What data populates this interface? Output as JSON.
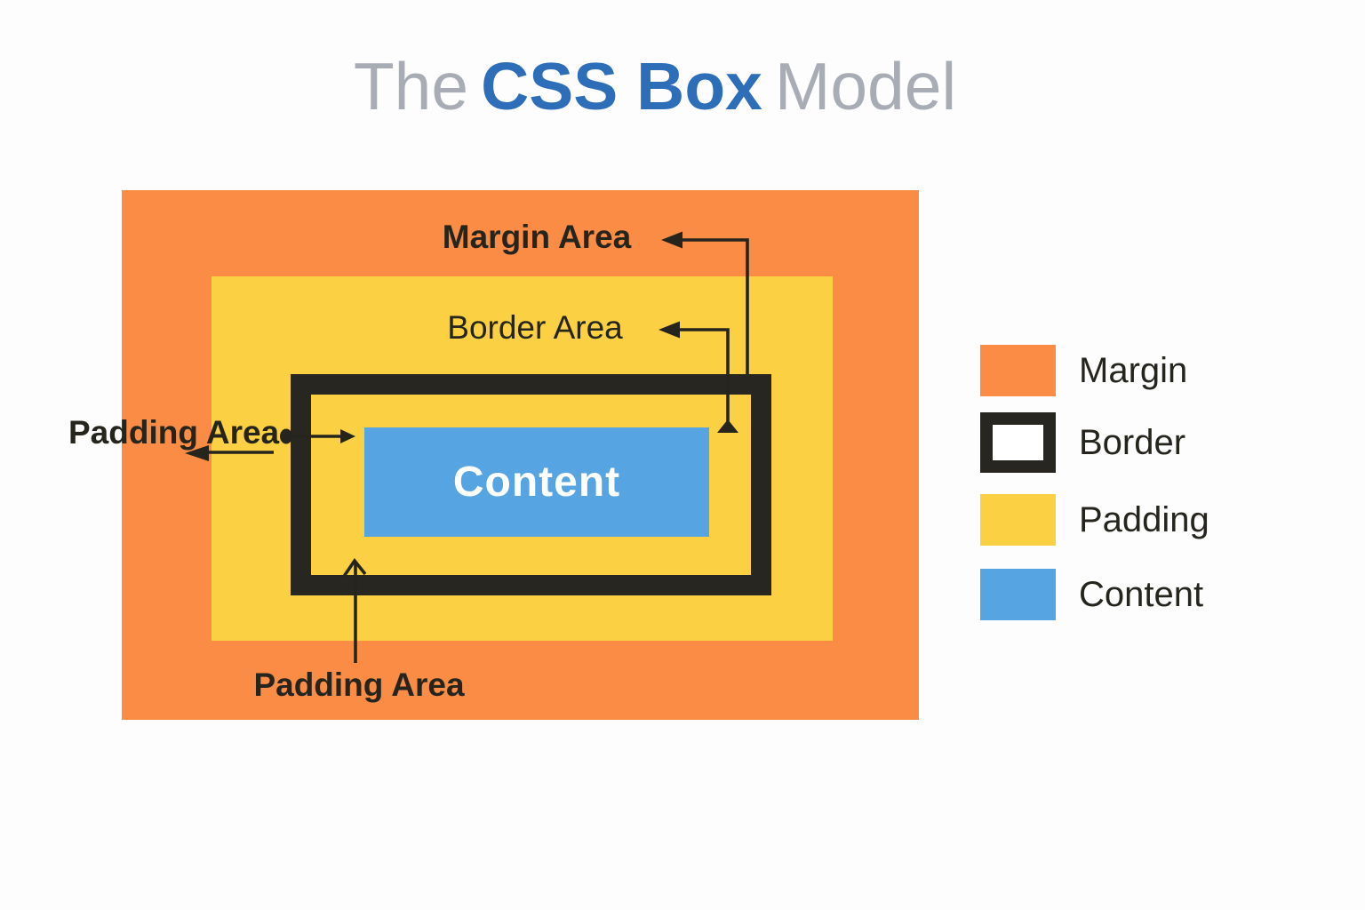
{
  "title": {
    "prefix": "The",
    "highlight": "CSS Box",
    "suffix": "Model"
  },
  "diagram": {
    "labels": {
      "margin_area": "Margin Area",
      "border_area": "Border Area",
      "padding_area_left": "Padding Area",
      "padding_area_bottom": "Padding Area"
    },
    "content_label": "Content"
  },
  "legend": {
    "items": [
      {
        "key": "margin",
        "label": "Margin",
        "swatch": "#fb8c45"
      },
      {
        "key": "border",
        "label": "Border",
        "swatch": "#272620"
      },
      {
        "key": "padding",
        "label": "Padding",
        "swatch": "#fcd043"
      },
      {
        "key": "content",
        "label": "Content",
        "swatch": "#57a4e3"
      }
    ]
  },
  "colors": {
    "margin": "#fb8c45",
    "padding": "#fcd043",
    "border": "#272620",
    "content": "#57a4e3",
    "content_text": "#ffffff",
    "label_text": "#26251d",
    "title_accent": "#2e6db8",
    "title_muted": "#a8acb4",
    "background": "#fdfdfe",
    "arrow": "#26251d"
  }
}
